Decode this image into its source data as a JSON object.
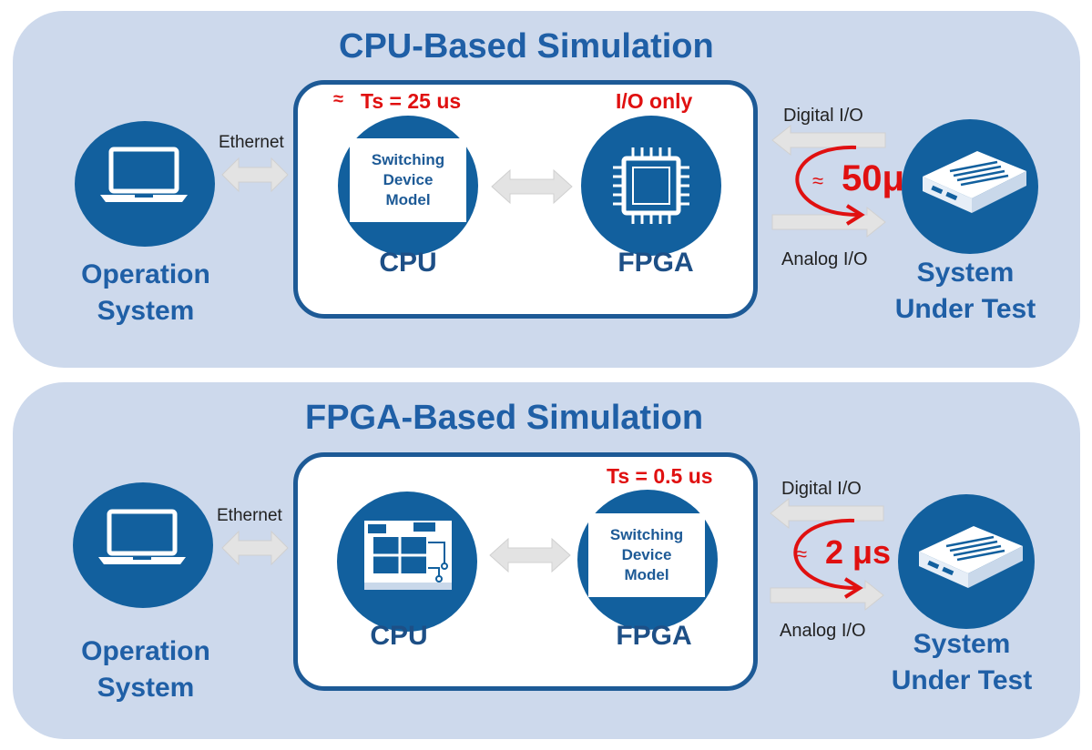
{
  "top": {
    "title": "CPU-Based Simulation",
    "ethernet": "Ethernet",
    "operation_system": [
      "Operation",
      "System"
    ],
    "ts_label": "Ts = 25 us",
    "ts_approx": "≈",
    "io_only": "I/O only",
    "model_lines": [
      "Switching",
      "Device",
      "Model"
    ],
    "cpu": "CPU",
    "fpga": "FPGA",
    "digital_io": "Digital I/O",
    "analog_io": "Analog I/O",
    "latency_approx": "≈",
    "latency": "50μs",
    "sut": [
      "System",
      "Under Test"
    ]
  },
  "bottom": {
    "title": "FPGA-Based Simulation",
    "ethernet": "Ethernet",
    "operation_system": [
      "Operation",
      "System"
    ],
    "ts_label": "Ts = 0.5 us",
    "model_lines": [
      "Switching",
      "Device",
      "Model"
    ],
    "cpu": "CPU",
    "fpga": "FPGA",
    "digital_io": "Digital I/O",
    "analog_io": "Analog I/O",
    "latency_approx": "≈",
    "latency": "2 μs",
    "sut": [
      "System",
      "Under Test"
    ]
  },
  "colors": {
    "panel": "#cdd9ec",
    "primary_blue": "#12609e",
    "title_blue": "#1f5fa6",
    "accent_red": "#e01010",
    "arrow_gray": "#e3e3e3"
  },
  "icons": [
    "laptop-icon",
    "chip-icon",
    "circuit-board-icon",
    "hardware-device-icon",
    "double-arrow-icon",
    "curved-arrow-icon"
  ]
}
